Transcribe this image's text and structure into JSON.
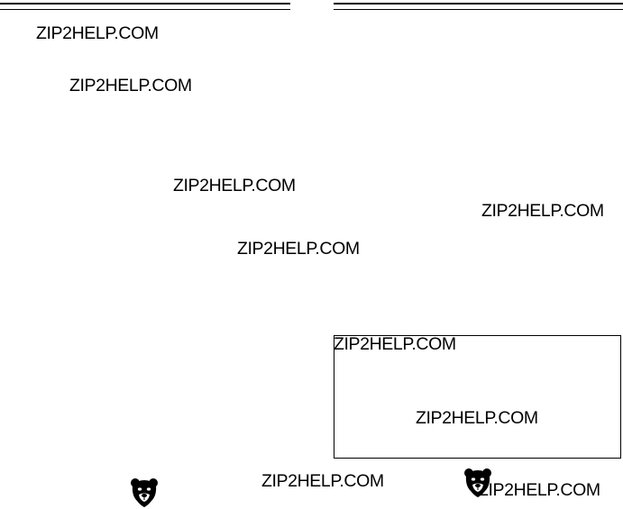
{
  "watermark": "ZIP2HELP.COM",
  "watermarks": [
    {
      "text": "ZIP2HELP.COM"
    },
    {
      "text": "ZIP2HELP.COM"
    },
    {
      "text": "ZIP2HELP.COM"
    },
    {
      "text": "ZIP2HELP.COM"
    },
    {
      "text": "ZIP2HELP.COM"
    },
    {
      "text": "ZIP2HELP.COM"
    },
    {
      "text": "ZIP2HELP.COM"
    },
    {
      "text": "ZIP2HELP.COM"
    },
    {
      "text": "ZIP2HELP.COM"
    }
  ],
  "icons": {
    "left_logo": "bear-head-icon",
    "right_logo": "bear-head-icon"
  },
  "colors": {
    "text": "#000000",
    "background": "#ffffff"
  }
}
